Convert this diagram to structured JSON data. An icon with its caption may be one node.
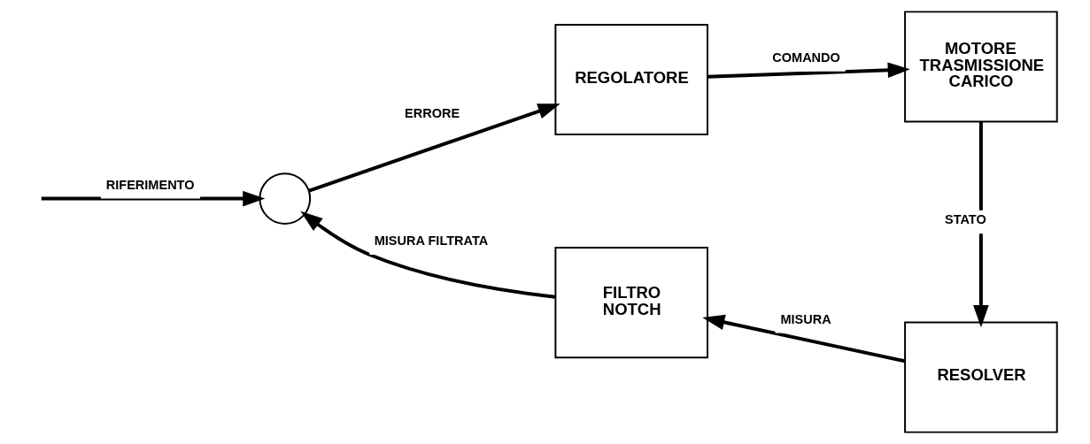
{
  "diagram": {
    "nodes": [
      {
        "text": [],
        "shape": "circle"
      },
      {
        "text": [
          "REGOLATORE"
        ]
      },
      {
        "text": [
          "MOTORE TRASMISSIONE CARICO"
        ]
      },
      {
        "text": [
          "RESOLVER"
        ]
      },
      {
        "text": [
          "FILTRO NOTCH"
        ]
      }
    ],
    "edges": [
      {
        "from": null,
        "to": 0,
        "arrow": "to",
        "label": "RIFERIMENTO"
      },
      {
        "from": 0,
        "to": 1,
        "arrow": "to",
        "label": "ERRORE"
      },
      {
        "from": 1,
        "to": 2,
        "arrow": "to",
        "label": "COMANDO"
      },
      {
        "from": 2,
        "to": 3,
        "arrow": "to",
        "label": "STATO"
      },
      {
        "from": 3,
        "to": 4,
        "arrow": "to",
        "label": "MISURA"
      },
      {
        "from": 4,
        "to": 0,
        "arrow": "to",
        "label": "MISURA FILTRATA"
      }
    ]
  }
}
